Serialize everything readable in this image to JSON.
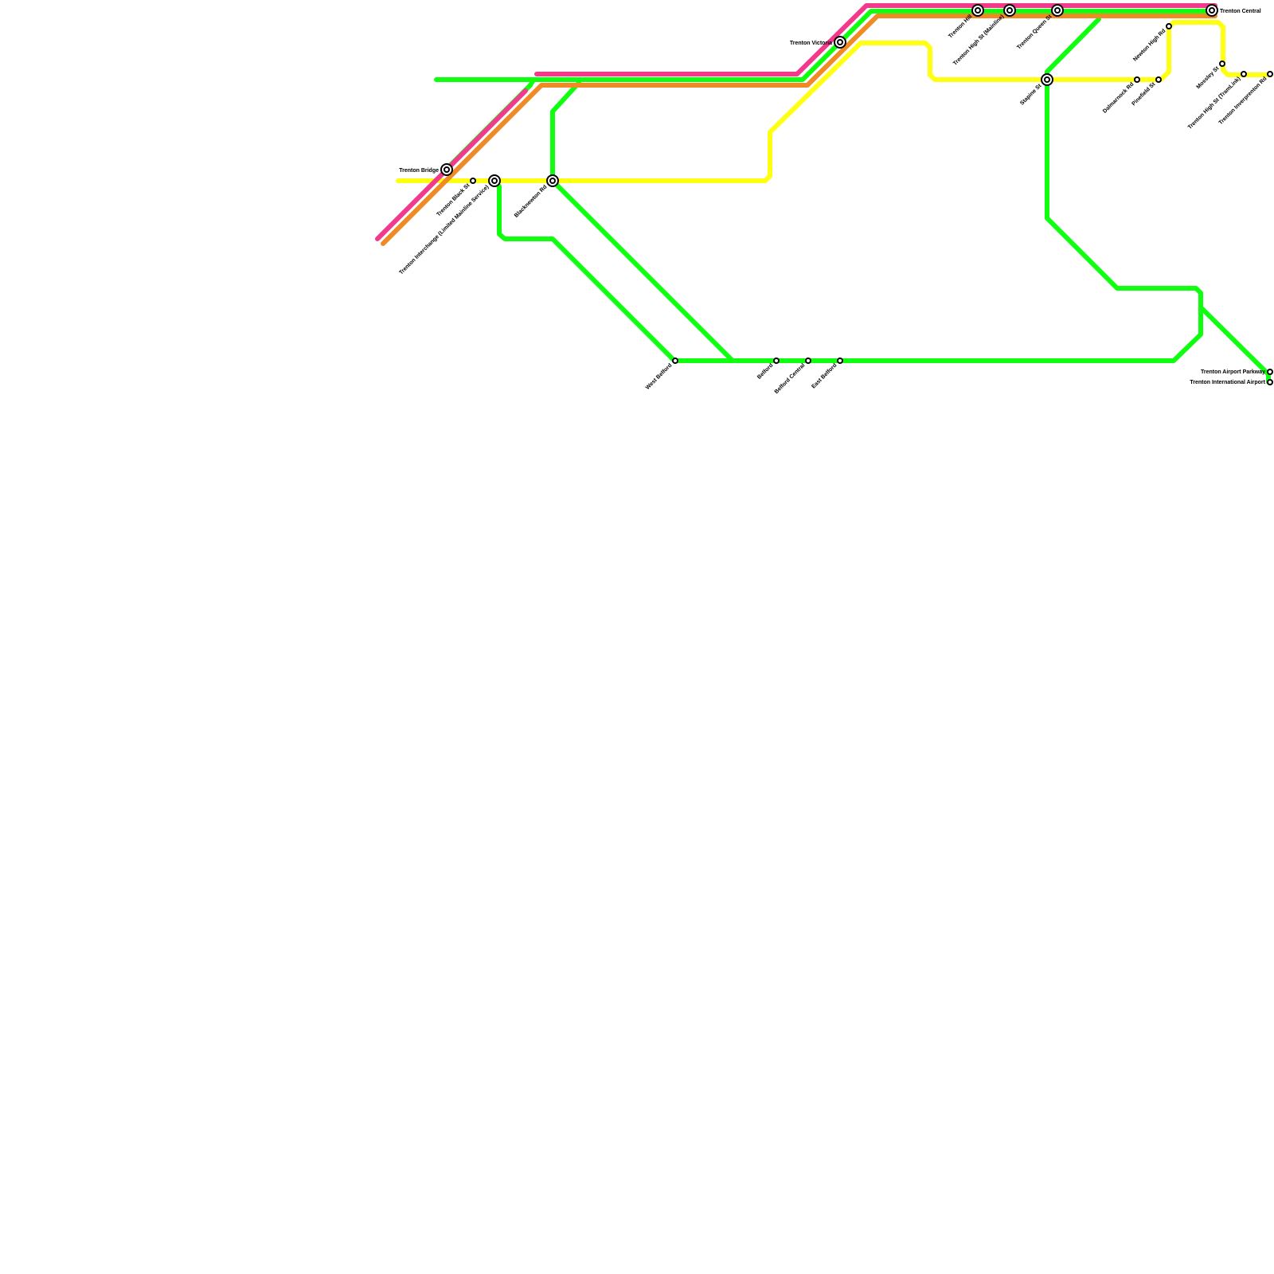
{
  "colors": {
    "pink": "#f2398b",
    "orange": "#f08a24",
    "green": "#10ff10",
    "yellow": "#ffff10",
    "background": "#ffffff"
  },
  "lines": [
    {
      "id": "pink",
      "color": "#f2398b"
    },
    {
      "id": "orange",
      "color": "#f08a24"
    },
    {
      "id": "green",
      "color": "#10ff10"
    },
    {
      "id": "yellow",
      "color": "#ffff10"
    }
  ],
  "stations": {
    "trenton_bridge": "Trenton Bridge",
    "trenton_black_st": "Trenton Black St",
    "trenton_interchange": "Trenton Interchange (Limited Mainline Service)",
    "blacknewton_rd": "Blacknewton Rd",
    "west_belford": "West Belford",
    "belford": "Belford",
    "belford_central": "Belford Central",
    "east_belford": "East Belford",
    "trenton_victoria": "Trenton Victoria",
    "trenton_hill": "Trenton Hill",
    "trenton_high_st_mainline": "Trenton High St (Mainline)",
    "trenton_queen_st": "Trenton Queen St",
    "trenton_central": "Trenton Central",
    "stapine_st": "Stapine St",
    "dalmarnock_rd": "Dalmarnock Rd",
    "pinefield_st": "Pinefield St",
    "newton_high_rd": "Newton High Rd",
    "mossley_st": "Mossley St",
    "trenton_high_st_tramlink": "Trenton High St (TramLink)",
    "trenton_inverprenton_rd": "Trenton Inverprenton Rd",
    "trenton_airport_parkway": "Trenton Airport Parkway",
    "trenton_international_airport": "Trenton International Airport"
  }
}
